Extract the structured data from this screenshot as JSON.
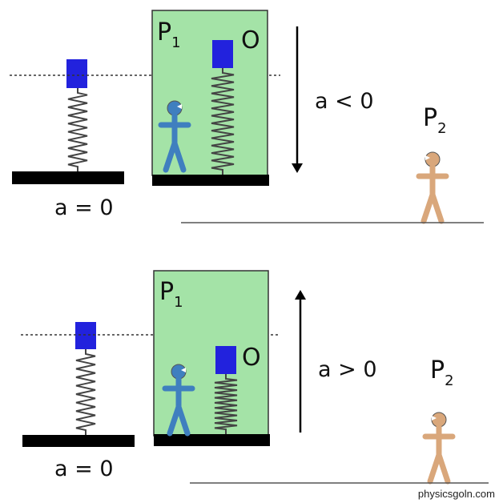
{
  "colors": {
    "elevator_fill": "#a4e3a7",
    "block": "#2222dd",
    "person_p1": "#3f7fbf",
    "person_p2": "#d9a77b",
    "floor": "#000000"
  },
  "labels": {
    "observer_main": "P",
    "observer_sub": "1",
    "observer2_main": "P",
    "observer2_sub": "2",
    "block_label": "O",
    "rest_caption": "a = 0",
    "down_caption": "a < 0",
    "up_caption": "a > 0"
  },
  "credit": "physicsgoln.com",
  "icons": {
    "block": "block-square",
    "spring": "coil-spring",
    "person": "stick-person",
    "arrow_down": "arrow-down",
    "arrow_up": "arrow-up"
  }
}
